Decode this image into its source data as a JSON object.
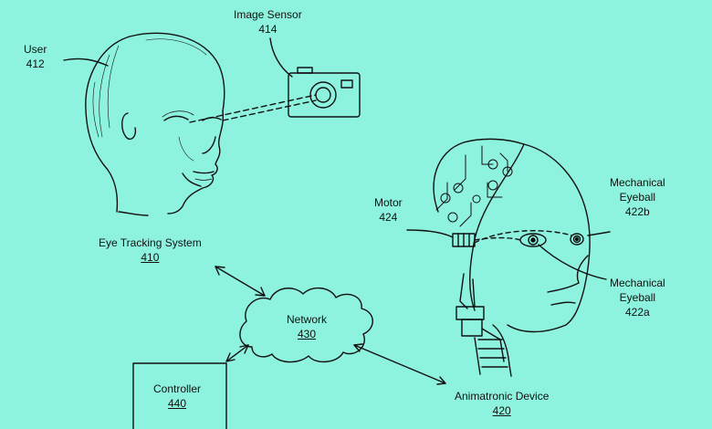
{
  "colors": {
    "background": "#8ef3de",
    "ink": "#111111"
  },
  "labels": {
    "user": {
      "name": "User",
      "ref": "412"
    },
    "image_sensor": {
      "name": "Image Sensor",
      "ref": "414"
    },
    "eye_tracking_system": {
      "name": "Eye Tracking System",
      "ref": "410"
    },
    "motor": {
      "name": "Motor",
      "ref": "424"
    },
    "mech_eyeball_b": {
      "line1": "Mechanical",
      "line2": "Eyeball",
      "ref": "422b"
    },
    "mech_eyeball_a": {
      "line1": "Mechanical",
      "line2": "Eyeball",
      "ref": "422a"
    },
    "network": {
      "name": "Network",
      "ref": "430"
    },
    "controller": {
      "name": "Controller",
      "ref": "440"
    },
    "animatronic_device": {
      "name": "Animatronic Device",
      "ref": "420"
    }
  }
}
